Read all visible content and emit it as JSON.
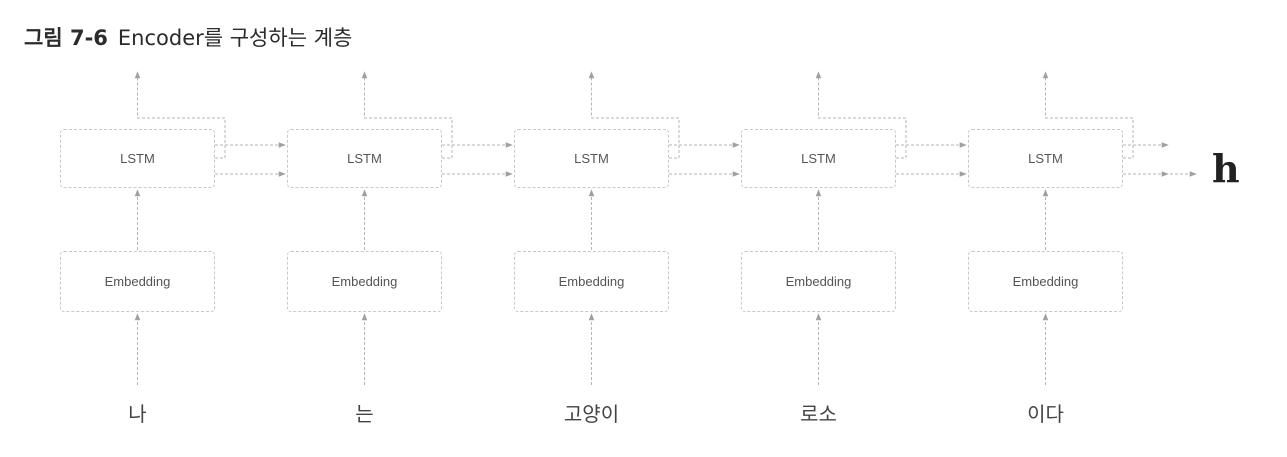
{
  "caption": {
    "number": "그림 7-6",
    "text": "Encoder를 구성하는 계층"
  },
  "lstm_label": "LSTM",
  "embedding_label": "Embedding",
  "tokens": [
    "나",
    "는",
    "고양이",
    "로소",
    "이다"
  ],
  "output_label": "h",
  "colors": {
    "line": "#b5b5b5",
    "arrow": "#a0a0a0",
    "box_border": "#c8c8c8"
  }
}
